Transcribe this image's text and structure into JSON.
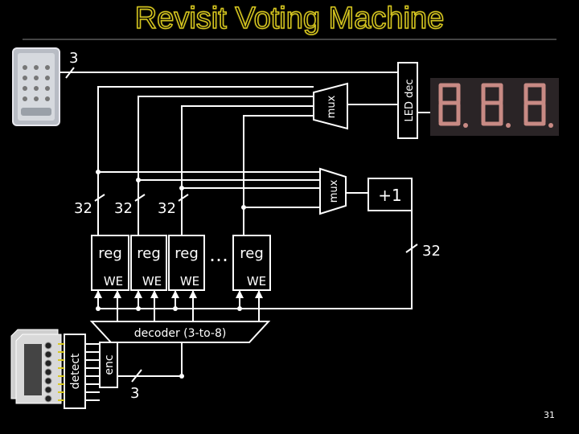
{
  "slide": {
    "title": "Revisit Voting Machine",
    "page_number": "31"
  },
  "diagram": {
    "keypad_bus_width": "3",
    "mux_top": "mux",
    "mux_bottom": "mux",
    "led_decoder": "LED dec",
    "incrementer": "+1",
    "incrementer_bus_width": "32",
    "reg_bus_widths": [
      "32",
      "32",
      "32"
    ],
    "registers": [
      {
        "label": "reg",
        "enable": "WE"
      },
      {
        "label": "reg",
        "enable": "WE"
      },
      {
        "label": "reg",
        "enable": "WE"
      },
      {
        "label": "reg",
        "enable": "WE"
      }
    ],
    "ellipsis": "…",
    "decoder": "decoder (3-to-8)",
    "detect": "detect",
    "encoder": "enc",
    "encoder_bus_width": "3",
    "led_digits": [
      "8.",
      "8.",
      "8."
    ],
    "icons": [
      "keypad-icon",
      "sensor-panel-icon",
      "led-display-icon"
    ],
    "colors": {
      "title": "#d8c820",
      "led_segment": "#c88a84",
      "led_background": "#2a2426"
    }
  }
}
